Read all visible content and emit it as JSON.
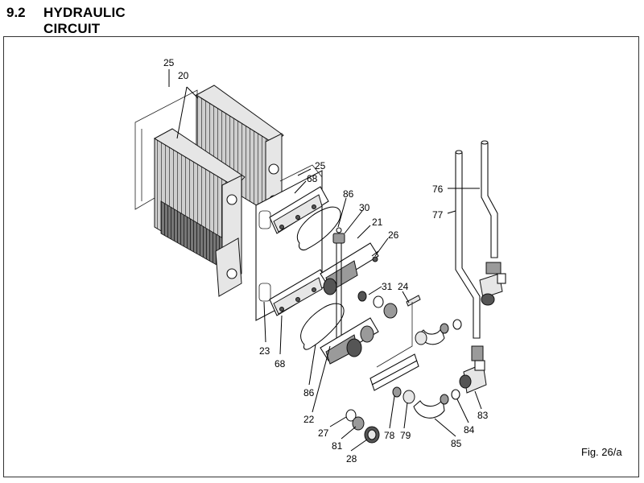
{
  "header": {
    "section_number": "9.2",
    "section_title": "HYDRAULIC CIRCUIT"
  },
  "figure": {
    "caption": "Fig. 26/a",
    "callouts": {
      "c25a": "25",
      "c20": "20",
      "c25b": "25",
      "c68a": "68",
      "c86a": "86",
      "c30": "30",
      "c21": "21",
      "c26": "26",
      "c76": "76",
      "c77": "77",
      "c31": "31",
      "c24": "24",
      "c23": "23",
      "c68b": "68",
      "c86b": "86",
      "c22": "22",
      "c27": "27",
      "c81": "81",
      "c28": "28",
      "c78": "78",
      "c79": "79",
      "c85": "85",
      "c84": "84",
      "c83": "83"
    }
  }
}
